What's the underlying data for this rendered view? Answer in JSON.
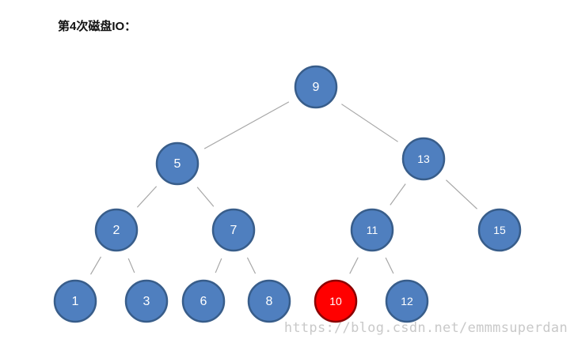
{
  "title": "第4次磁盘IO：",
  "tree": {
    "nodes": [
      {
        "id": "n9",
        "label": "9"
      },
      {
        "id": "n5",
        "label": "5"
      },
      {
        "id": "n13",
        "label": "13"
      },
      {
        "id": "n2",
        "label": "2"
      },
      {
        "id": "n7",
        "label": "7"
      },
      {
        "id": "n11",
        "label": "11"
      },
      {
        "id": "n15",
        "label": "15"
      },
      {
        "id": "n1",
        "label": "1"
      },
      {
        "id": "n3",
        "label": "3"
      },
      {
        "id": "n6",
        "label": "6"
      },
      {
        "id": "n8",
        "label": "8"
      },
      {
        "id": "n10",
        "label": "10",
        "highlight": true
      },
      {
        "id": "n12",
        "label": "12"
      }
    ],
    "edges": [
      [
        "n9",
        "n5"
      ],
      [
        "n9",
        "n13"
      ],
      [
        "n5",
        "n2"
      ],
      [
        "n5",
        "n7"
      ],
      [
        "n13",
        "n11"
      ],
      [
        "n13",
        "n15"
      ],
      [
        "n2",
        "n1"
      ],
      [
        "n2",
        "n3"
      ],
      [
        "n7",
        "n6"
      ],
      [
        "n7",
        "n8"
      ],
      [
        "n11",
        "n10"
      ],
      [
        "n11",
        "n12"
      ]
    ],
    "colors": {
      "node_fill": "#4f7fbf",
      "node_stroke": "#385d8a",
      "highlight_fill": "#ff0000",
      "highlight_stroke": "#8b0000",
      "edge": "#a6a6a6",
      "label": "#ffffff"
    }
  },
  "watermark": "https://blog.csdn.net/emmmsuperdan"
}
